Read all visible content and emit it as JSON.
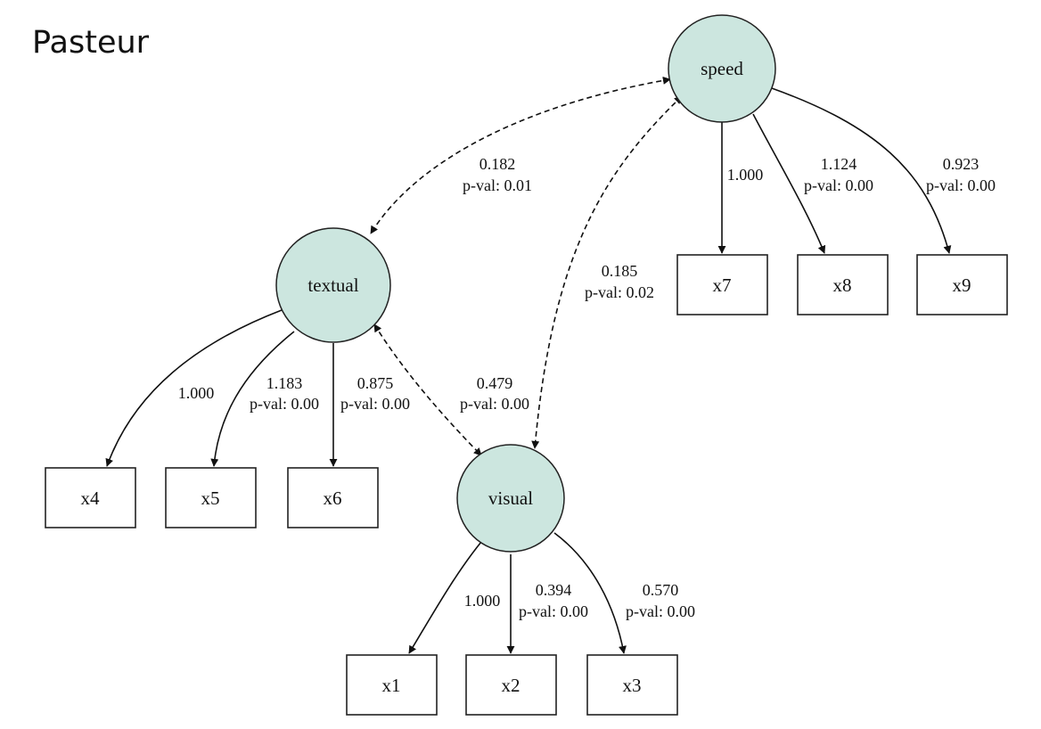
{
  "page_title": "Pasteur",
  "colors": {
    "latent_fill": "#cce6df",
    "stroke": "#111111",
    "observed_fill": "#ffffff"
  },
  "latents": {
    "speed": "speed",
    "textual": "textual",
    "visual": "visual"
  },
  "observed": {
    "x1": "x1",
    "x2": "x2",
    "x3": "x3",
    "x4": "x4",
    "x5": "x5",
    "x6": "x6",
    "x7": "x7",
    "x8": "x8",
    "x9": "x9"
  },
  "loadings": {
    "speed_x7": {
      "estimate": "1.000"
    },
    "speed_x8": {
      "estimate": "1.124",
      "pval": "p-val: 0.00"
    },
    "speed_x9": {
      "estimate": "0.923",
      "pval": "p-val: 0.00"
    },
    "textual_x4": {
      "estimate": "1.000"
    },
    "textual_x5": {
      "estimate": "1.183",
      "pval": "p-val: 0.00"
    },
    "textual_x6": {
      "estimate": "0.875",
      "pval": "p-val: 0.00"
    },
    "visual_x1": {
      "estimate": "1.000"
    },
    "visual_x2": {
      "estimate": "0.394",
      "pval": "p-val: 0.00"
    },
    "visual_x3": {
      "estimate": "0.570",
      "pval": "p-val: 0.00"
    }
  },
  "covariances": {
    "speed_textual": {
      "estimate": "0.182",
      "pval": "p-val: 0.01"
    },
    "speed_visual": {
      "estimate": "0.185",
      "pval": "p-val: 0.02"
    },
    "textual_visual": {
      "estimate": "0.479",
      "pval": "p-val: 0.00"
    }
  }
}
